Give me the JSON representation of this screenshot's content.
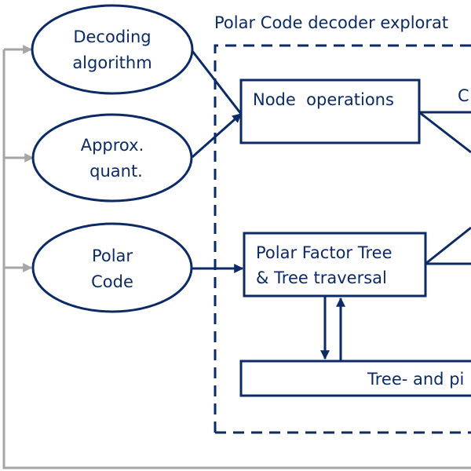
{
  "diagram": {
    "frame_title": "Polar Code decoder explorat",
    "colors": {
      "primary": "#0b2a66",
      "feedback": "#a6a6a6",
      "background": "#ffffff"
    },
    "inputs": [
      {
        "id": "decoding-algorithm",
        "lines": [
          "Decoding",
          "algorithm"
        ]
      },
      {
        "id": "approx-quant",
        "lines": [
          "Approx.",
          "quant."
        ]
      },
      {
        "id": "polar-code",
        "lines": [
          "Polar",
          "Code"
        ]
      }
    ],
    "blocks": {
      "node_operations": "Node  operations",
      "polar_factor_tree": [
        "Polar Factor Tree",
        "& Tree traversal"
      ],
      "tree_and_pipeline": "Tree- and pi"
    },
    "cut_label": "C"
  }
}
